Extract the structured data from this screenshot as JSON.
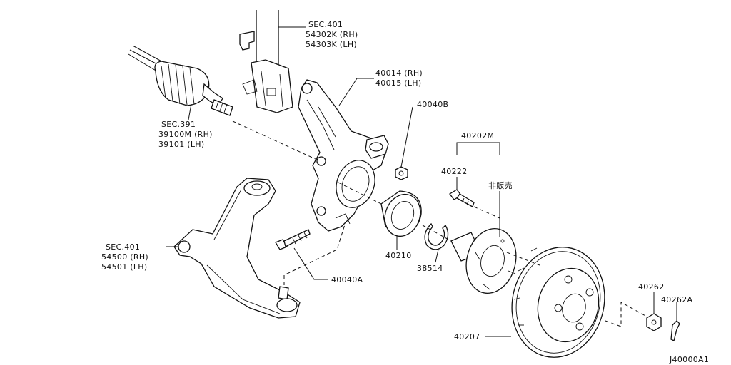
{
  "labels": {
    "sec401_top": "SEC.401",
    "p54302k": "54302K (RH)",
    "p54303k": "54303K (LH)",
    "p40014": "40014 (RH)",
    "p40015": "40015 (LH)",
    "p40040b": "40040B",
    "p40202m": "40202M",
    "p40222": "40222",
    "not_for_sale": "非販売",
    "sec391": "SEC.391",
    "p39100m": "39100M (RH)",
    "p39101": "39101  (LH)",
    "sec401_left": "SEC.401",
    "p54500": "54500 (RH)",
    "p54501": "54501 (LH)",
    "p40040a": "40040A",
    "p40210": "40210",
    "p38514": "38514",
    "p40262": "40262",
    "p40262a": "40262A",
    "p40207": "40207",
    "diagram_code": "J40000A1"
  }
}
